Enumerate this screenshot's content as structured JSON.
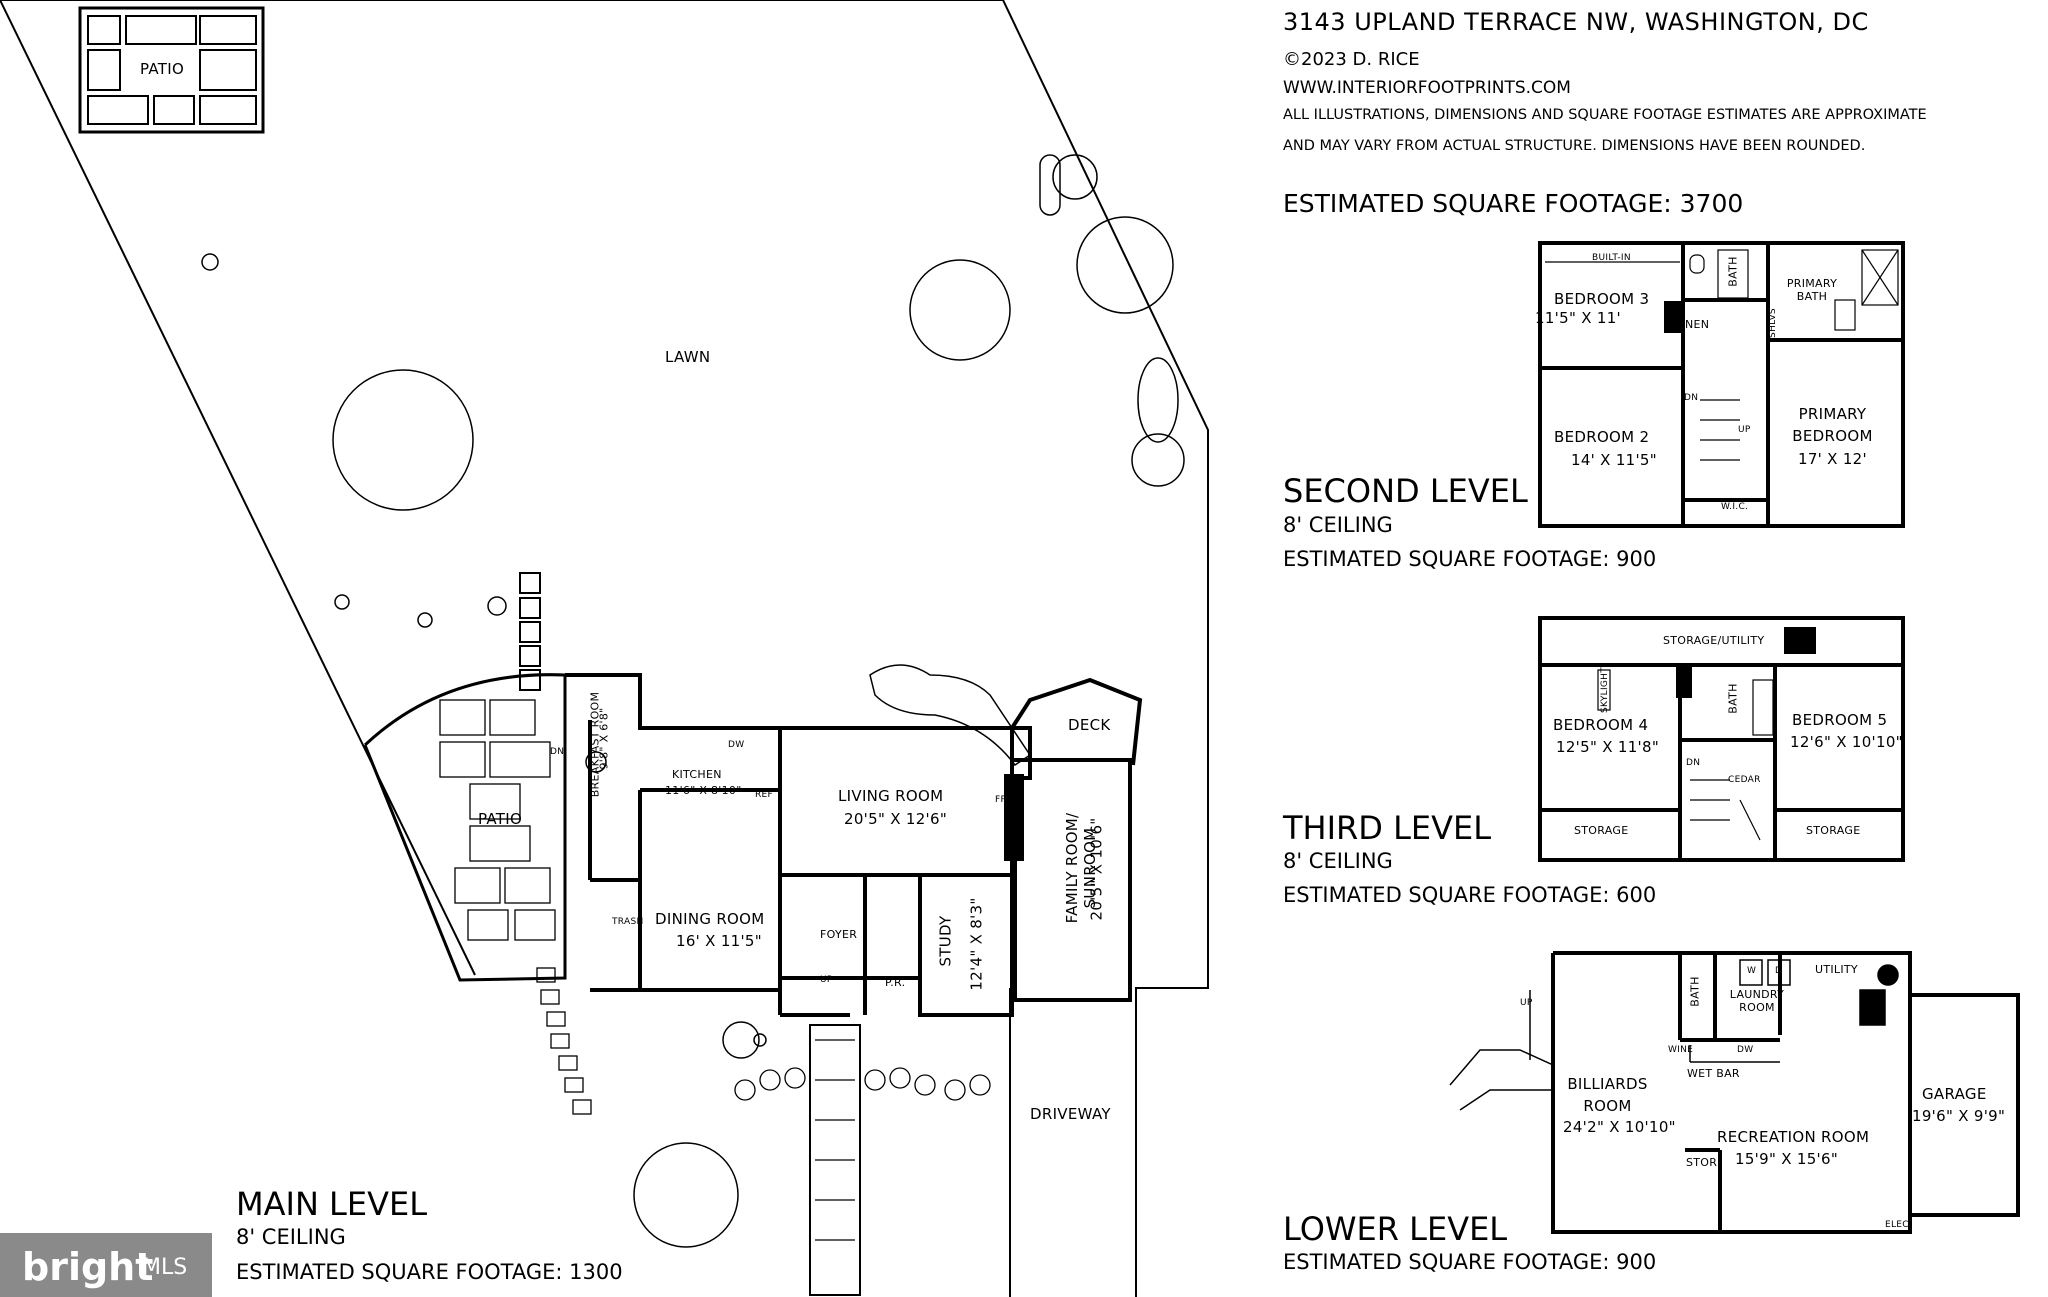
{
  "header": {
    "address": "3143 UPLAND TERRACE NW, WASHINGTON, DC",
    "copyright": "©2023 D. RICE",
    "website": "WWW.INTERIORFOOTPRINTS.COM",
    "disclaimer_1": "ALL ILLUSTRATIONS, DIMENSIONS AND SQUARE FOOTAGE ESTIMATES ARE APPROXIMATE",
    "disclaimer_2": "AND MAY VARY FROM ACTUAL STRUCTURE. DIMENSIONS HAVE BEEN ROUNDED.",
    "total_sqft": "ESTIMATED SQUARE FOOTAGE: 3700"
  },
  "main_level": {
    "title": "MAIN LEVEL",
    "ceiling": "8' CEILING",
    "sqft": "ESTIMATED SQUARE FOOTAGE: 1300",
    "site_labels": {
      "patio_top": "PATIO",
      "lawn": "LAWN",
      "patio": "PATIO",
      "driveway": "DRIVEWAY",
      "deck": "DECK"
    },
    "rooms": {
      "breakfast_name": "BREAKFAST ROOM",
      "breakfast_dim": "9'8\" X 6'8\"",
      "kitchen_name": "KITCHEN",
      "kitchen_dim": "11'6\" X 8'10\"",
      "living_name": "LIVING ROOM",
      "living_dim": "20'5\" X 12'6\"",
      "family_name": "FAMILY ROOM/ SUNROOM",
      "family_dim": "20'5\" X 10'6\"",
      "dining_name": "DINING ROOM",
      "dining_dim": "16' X 11'5\"",
      "foyer": "FOYER",
      "study_name": "STUDY",
      "study_dim": "12'4\" X 8'3\"",
      "pr": "P.R.",
      "trash": "TRASH",
      "ref": "REF",
      "dw": "DW",
      "fp": "FP",
      "dn": "DN",
      "up": "UP"
    }
  },
  "second_level": {
    "title": "SECOND LEVEL",
    "ceiling": "8' CEILING",
    "sqft": "ESTIMATED SQUARE FOOTAGE: 900",
    "rooms": {
      "builtin": "BUILT-IN",
      "bed3_name": "BEDROOM 3",
      "bed3_dim": "11'5\" X 11'",
      "bath": "BATH",
      "linen": "LINEN",
      "primary_bath": "PRIMARY BATH",
      "shlvs": "SHLVS",
      "bed2_name": "BEDROOM 2",
      "bed2_dim": "14' X 11'5\"",
      "primary_name": "PRIMARY BEDROOM",
      "primary_dim": "17' X 12'",
      "wic": "W.I.C.",
      "dn": "DN",
      "up": "UP"
    }
  },
  "third_level": {
    "title": "THIRD LEVEL",
    "ceiling": "8' CEILING",
    "sqft": "ESTIMATED SQUARE FOOTAGE: 600",
    "rooms": {
      "storage_utility": "STORAGE/UTILITY",
      "skylight": "SKYLIGHT",
      "bed4_name": "BEDROOM 4",
      "bed4_dim": "12'5\" X 11'8\"",
      "bath": "BATH",
      "bed5_name": "BEDROOM 5",
      "bed5_dim": "12'6\" X 10'10\"",
      "cedar": "CEDAR",
      "storage_left": "STORAGE",
      "storage_right": "STORAGE",
      "dn": "DN"
    }
  },
  "lower_level": {
    "title": "LOWER LEVEL",
    "sqft": "ESTIMATED SQUARE FOOTAGE: 900",
    "rooms": {
      "bath": "BATH",
      "w": "W",
      "d": "D",
      "utility": "UTILITY",
      "laundry": "LAUNDRY ROOM",
      "wine": "WINE",
      "dw": "DW",
      "wet_bar": "WET BAR",
      "billiards_name": "BILLIARDS ROOM",
      "billiards_dim": "24'2\" X 10'10\"",
      "garage_name": "GARAGE",
      "garage_dim": "19'6\" X 9'9\"",
      "rec_name": "RECREATION ROOM",
      "rec_dim": "15'9\" X 15'6\"",
      "stor": "STOR",
      "elec": "ELEC",
      "up": "UP"
    }
  },
  "watermark": {
    "brand": "bright",
    "suffix": "MLS"
  }
}
